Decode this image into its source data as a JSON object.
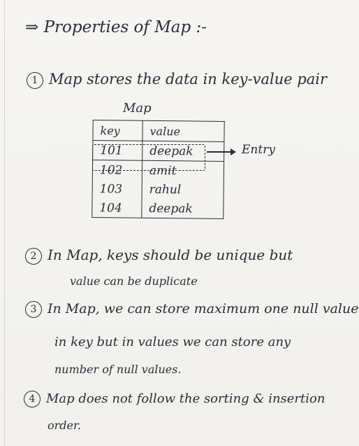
{
  "heading": "⇒ Properties of Map :-",
  "points": [
    {
      "num": "1",
      "text": "Map stores the data in key-value pair"
    },
    {
      "num": "2",
      "text": "In Map, keys should be unique but",
      "text2": "value can be duplicate"
    },
    {
      "num": "3",
      "text": "In Map, we can store maximum one null value",
      "text2": "in key but in values we can store any",
      "text3": "number of null values."
    },
    {
      "num": "4",
      "text": "Map does not follow the sorting & insertion",
      "text2": "order."
    }
  ],
  "map_table": {
    "title": "Map",
    "headers": {
      "key": "key",
      "value": "value"
    },
    "rows": [
      {
        "key": "101",
        "value": "deepak"
      },
      {
        "key": "102",
        "value": "amit"
      },
      {
        "key": "103",
        "value": "rahul"
      },
      {
        "key": "104",
        "value": "deepak"
      }
    ],
    "entry_label": "Entry"
  }
}
